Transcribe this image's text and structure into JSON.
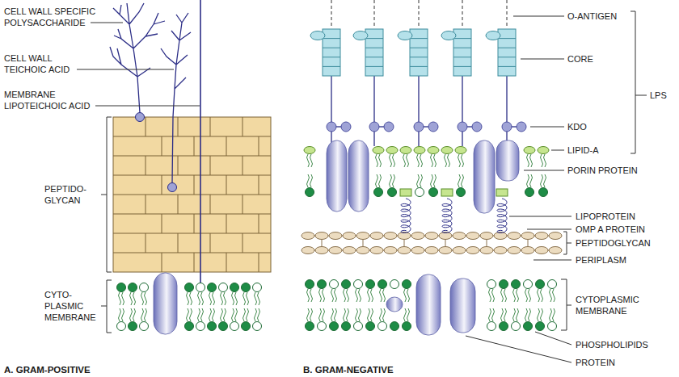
{
  "diagram": {
    "labels": [
      "CELL WALL SPECIFIC POLYSACCHARIDE",
      "CELL WALL TEICHOIC ACID",
      "MEMBRANE LIPOTEICHOIC ACID",
      "PEPTIDO- GLYCAN",
      "CYTO- PLASMIC MEMBRANE",
      "A. GRAM-POSITIVE",
      "O-ANTIGEN",
      "CORE",
      "LPS",
      "KDO",
      "LIPID-A",
      "PORIN PROTEIN",
      "LIPOPROTEIN",
      "OMP A PROTEIN",
      "PEPTIDOGLYCAN",
      "PERIPLASM",
      "CYTOPLASMIC MEMBRANE",
      "PHOSPHOLIPIDS",
      "PROTEIN",
      "B. GRAM-NEGATIVE"
    ]
  }
}
